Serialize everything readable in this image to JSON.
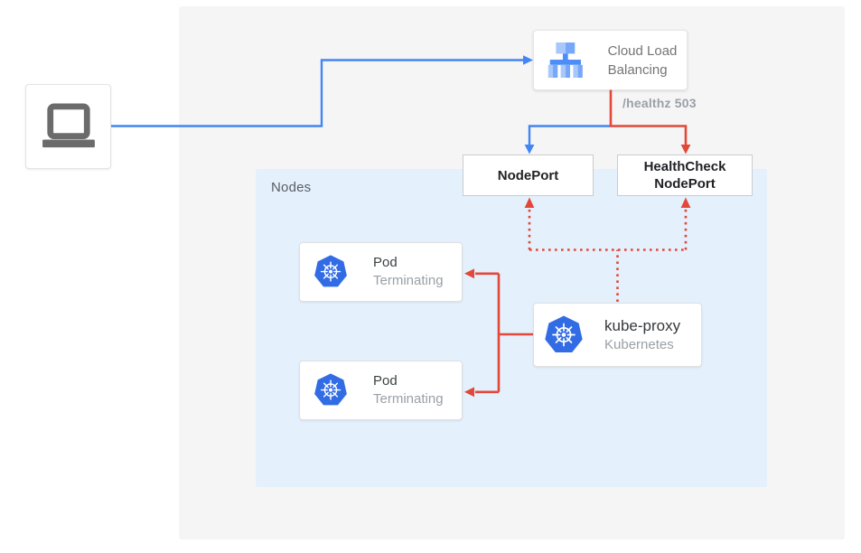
{
  "colors": {
    "traffic_blue": "#4285F4",
    "health_red": "#E2483A",
    "outer_panel_bg": "#F5F5F6",
    "nodes_panel_bg": "#E4F0FC",
    "kubernetes_blue": "#326CE5",
    "gcp_icon_light_blue": "#A8C7FA",
    "gcp_icon_mid_blue": "#76A7F9",
    "gcp_icon_dark_blue": "#4D8DF7",
    "laptop_gray": "#6B6B6B"
  },
  "client": {
    "icon": "laptop-icon"
  },
  "load_balancer": {
    "label": "Cloud Load Balancing",
    "icon": "cloud-load-balancing-icon"
  },
  "health_check_label": "/healthz 503",
  "node_port": {
    "label": "NodePort"
  },
  "health_check_node_port": {
    "label": "HealthCheck NodePort"
  },
  "nodes_panel": {
    "label": "Nodes"
  },
  "pods": [
    {
      "title": "Pod",
      "status": "Terminating",
      "icon": "kubernetes-icon"
    },
    {
      "title": "Pod",
      "status": "Terminating",
      "icon": "kubernetes-icon"
    }
  ],
  "kube_proxy": {
    "title": "kube-proxy",
    "subtitle": "Kubernetes",
    "icon": "kubernetes-icon"
  }
}
